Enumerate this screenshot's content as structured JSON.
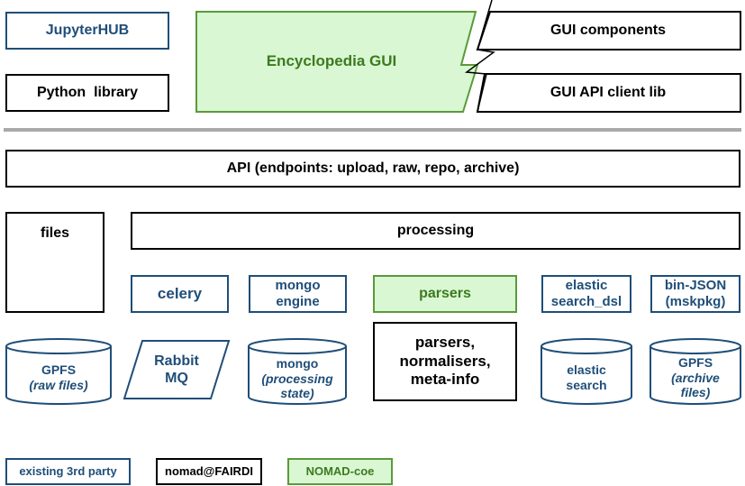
{
  "top": {
    "jupyterhub": "JupyterHUB",
    "python_library": "Python  library",
    "encyclopedia_gui": "Encyclopedia GUI",
    "gui_components": "GUI components",
    "gui_api_client_lib": "GUI API client lib"
  },
  "api": "API (endpoints: upload, raw, repo, archive)",
  "files": "files",
  "processing": "processing",
  "components": {
    "celery": "celery",
    "mongo_engine": [
      "mongo",
      "engine"
    ],
    "parsers": "parsers",
    "elastic_search_dsl": [
      "elastic",
      "search_dsl"
    ],
    "bin_json": [
      "bin-JSON",
      "(mskpkg)"
    ]
  },
  "storage": {
    "gpfs_raw": {
      "title": "GPFS",
      "sub": "(raw files)"
    },
    "rabbit_mq": [
      "Rabbit",
      "MQ"
    ],
    "mongo_state": {
      "title": "mongo",
      "sub1": "(processing",
      "sub2": "state)"
    },
    "parsers_box": [
      "parsers,",
      "normalisers,",
      "meta-info"
    ],
    "elastic_search": [
      "elastic",
      "search"
    ],
    "gpfs_archive": {
      "title": "GPFS",
      "sub1": "(archive",
      "sub2": "files)"
    }
  },
  "legend": {
    "third_party": "existing 3rd party",
    "nomad_fairdi": "nomad@FAIRDI",
    "nomad_coe": "NOMAD-coe"
  },
  "colors": {
    "third_party": "#1f4e79",
    "nomad": "#000000",
    "coe_fill": "#d9f7d3",
    "coe_border": "#5a9a3a",
    "separator": "#aaaaaa"
  }
}
